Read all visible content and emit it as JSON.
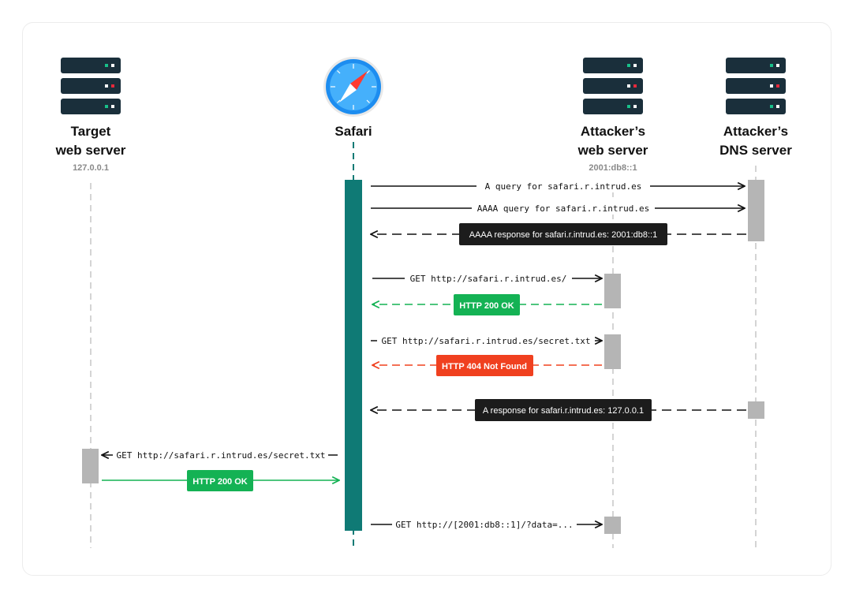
{
  "colors": {
    "dark": "#1a2f3b",
    "teal": "#0f7a75",
    "green": "#14b254",
    "red": "#f0401f",
    "gray": "#b5b5b5",
    "black_label": "#1c1c1c"
  },
  "participants": {
    "target": {
      "title_line1": "Target",
      "title_line2": "web server",
      "address": "127.0.0.1",
      "icon": "server-icon"
    },
    "safari": {
      "title": "Safari",
      "icon": "safari-compass-icon"
    },
    "attacker_web": {
      "title_line1": "Attacker’s",
      "title_line2": "web server",
      "address": "2001:db8::1",
      "icon": "server-icon"
    },
    "attacker_dns": {
      "title_line1": "Attacker’s",
      "title_line2": "DNS server",
      "icon": "server-icon"
    }
  },
  "messages": {
    "m1": "A query for safari.r.intrud.es",
    "m2": "AAAA query for safari.r.intrud.es",
    "m3": "AAAA response for safari.r.intrud.es: 2001:db8::1",
    "m4": "GET http://safari.r.intrud.es/",
    "m5": "HTTP 200 OK",
    "m6": "GET http://safari.r.intrud.es/secret.txt",
    "m7": "HTTP 404 Not Found",
    "m8": "A response for safari.r.intrud.es: 127.0.0.1",
    "m9": "GET http://safari.r.intrud.es/secret.txt",
    "m10": "HTTP 200 OK",
    "m11": "GET http://[2001:db8::1]/?data=..."
  }
}
